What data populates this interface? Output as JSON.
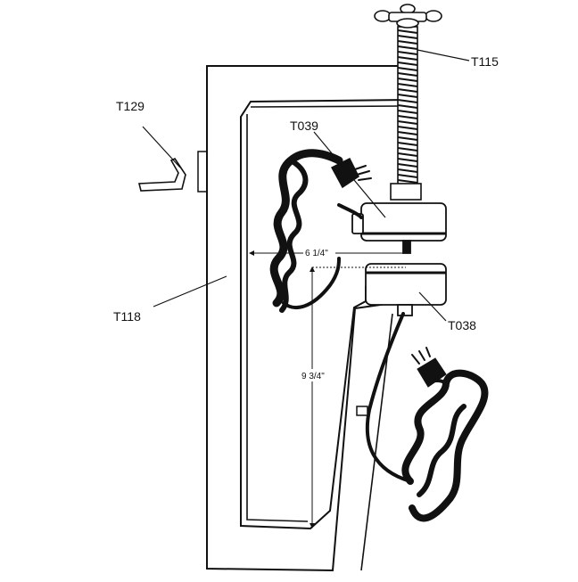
{
  "diagram": {
    "labels": {
      "screw": "T115",
      "hex_key": "T129",
      "upper_platen": "T039",
      "frame": "T118",
      "lower_platen": "T038"
    },
    "dimensions": {
      "throat_depth": "6 1/4\"",
      "throat_height": "9 3/4\""
    }
  }
}
